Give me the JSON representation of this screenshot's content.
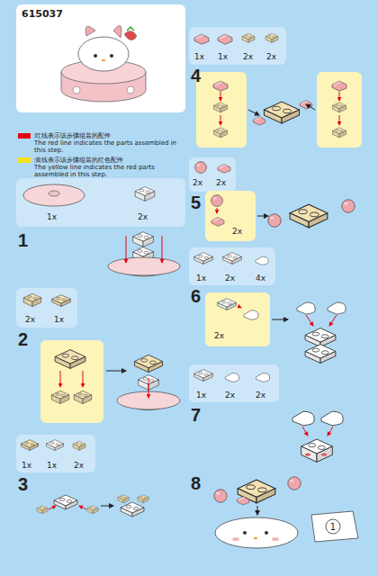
{
  "diagram": {
    "title": "615037",
    "nodes": [
      {
        "text": [
          "1x",
          "2x"
        ]
      },
      {
        "text": [
          "2x",
          "1x"
        ]
      },
      {
        "text": [
          "1x",
          "1x",
          "2x"
        ]
      },
      {
        "text": [
          "1x",
          "1x",
          "2x",
          "2x"
        ]
      },
      {
        "text": [
          "2x",
          "2x"
        ]
      },
      {
        "text": [
          "2x"
        ]
      },
      {
        "text": [
          "1x",
          "2x",
          "4x"
        ]
      },
      {
        "text": [
          "2x"
        ]
      },
      {
        "text": [
          "1x",
          "2x",
          "2x"
        ]
      },
      {
        "text": [
          "1"
        ]
      }
    ],
    "labels": [
      "1",
      "2",
      "3",
      "4",
      "5",
      "6",
      "7",
      "8",
      "The red line indicates the parts assembled in this step.",
      "The yellow line indicates the red parts assembled in this step."
    ],
    "legend": [
      {
        "text": ":红线表示该步骤组装的配件",
        "color": "#e60012"
      },
      {
        "text": ":黄线表示该步骤组装的红色配件",
        "color": "#f8e21c"
      }
    ]
  }
}
